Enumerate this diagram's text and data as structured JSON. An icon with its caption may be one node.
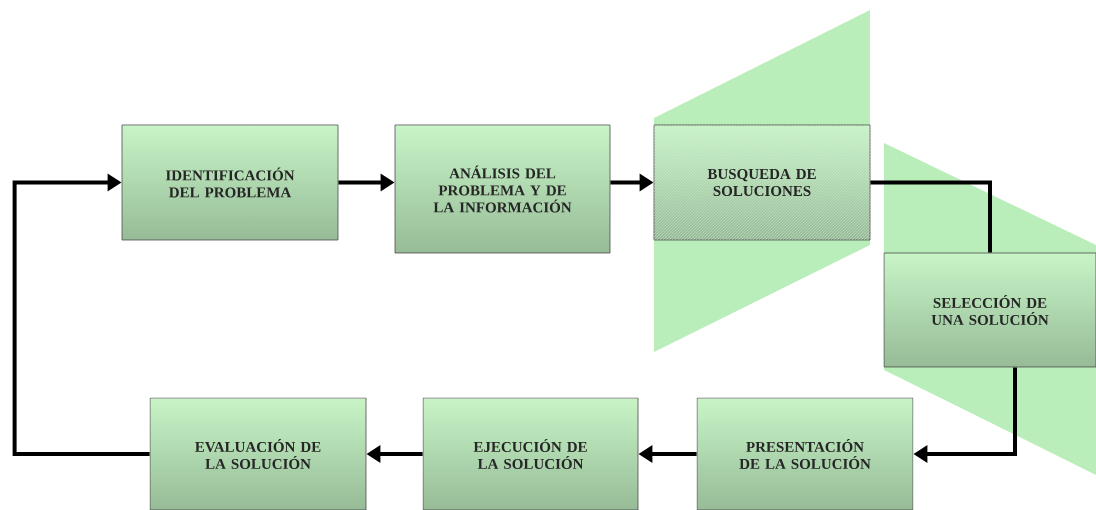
{
  "diagram": {
    "nodes": [
      {
        "text": [
          "IDENTIFICACIÓN DEL PROBLEMA"
        ]
      },
      {
        "text": [
          "ANÁLISIS DEL PROBLEMA Y DE LA INFORMACIÓN"
        ]
      },
      {
        "text": [
          "BUSQUEDA DE SOLUCIONES"
        ]
      },
      {
        "text": [
          "SELECCIÓN DE UNA SOLUCIÓN"
        ]
      },
      {
        "text": [
          "PRESENTACIÓN DE LA SOLUCIÓN"
        ]
      },
      {
        "text": [
          "EJECUCIÓN DE LA SOLUCIÓN"
        ]
      },
      {
        "text": [
          "EVALUACIÓN DE LA SOLUCIÓN"
        ]
      }
    ],
    "edges": [
      {
        "from": 0,
        "to": 1,
        "arrow": "to"
      },
      {
        "from": 1,
        "to": 2,
        "arrow": "to"
      },
      {
        "from": 2,
        "to": 3,
        "arrow": "none"
      },
      {
        "from": 3,
        "to": 4,
        "arrow": "to"
      },
      {
        "from": 4,
        "to": 5,
        "arrow": "to"
      },
      {
        "from": 5,
        "to": 6,
        "arrow": "to"
      },
      {
        "from": 6,
        "to": 0,
        "arrow": "to"
      }
    ]
  }
}
